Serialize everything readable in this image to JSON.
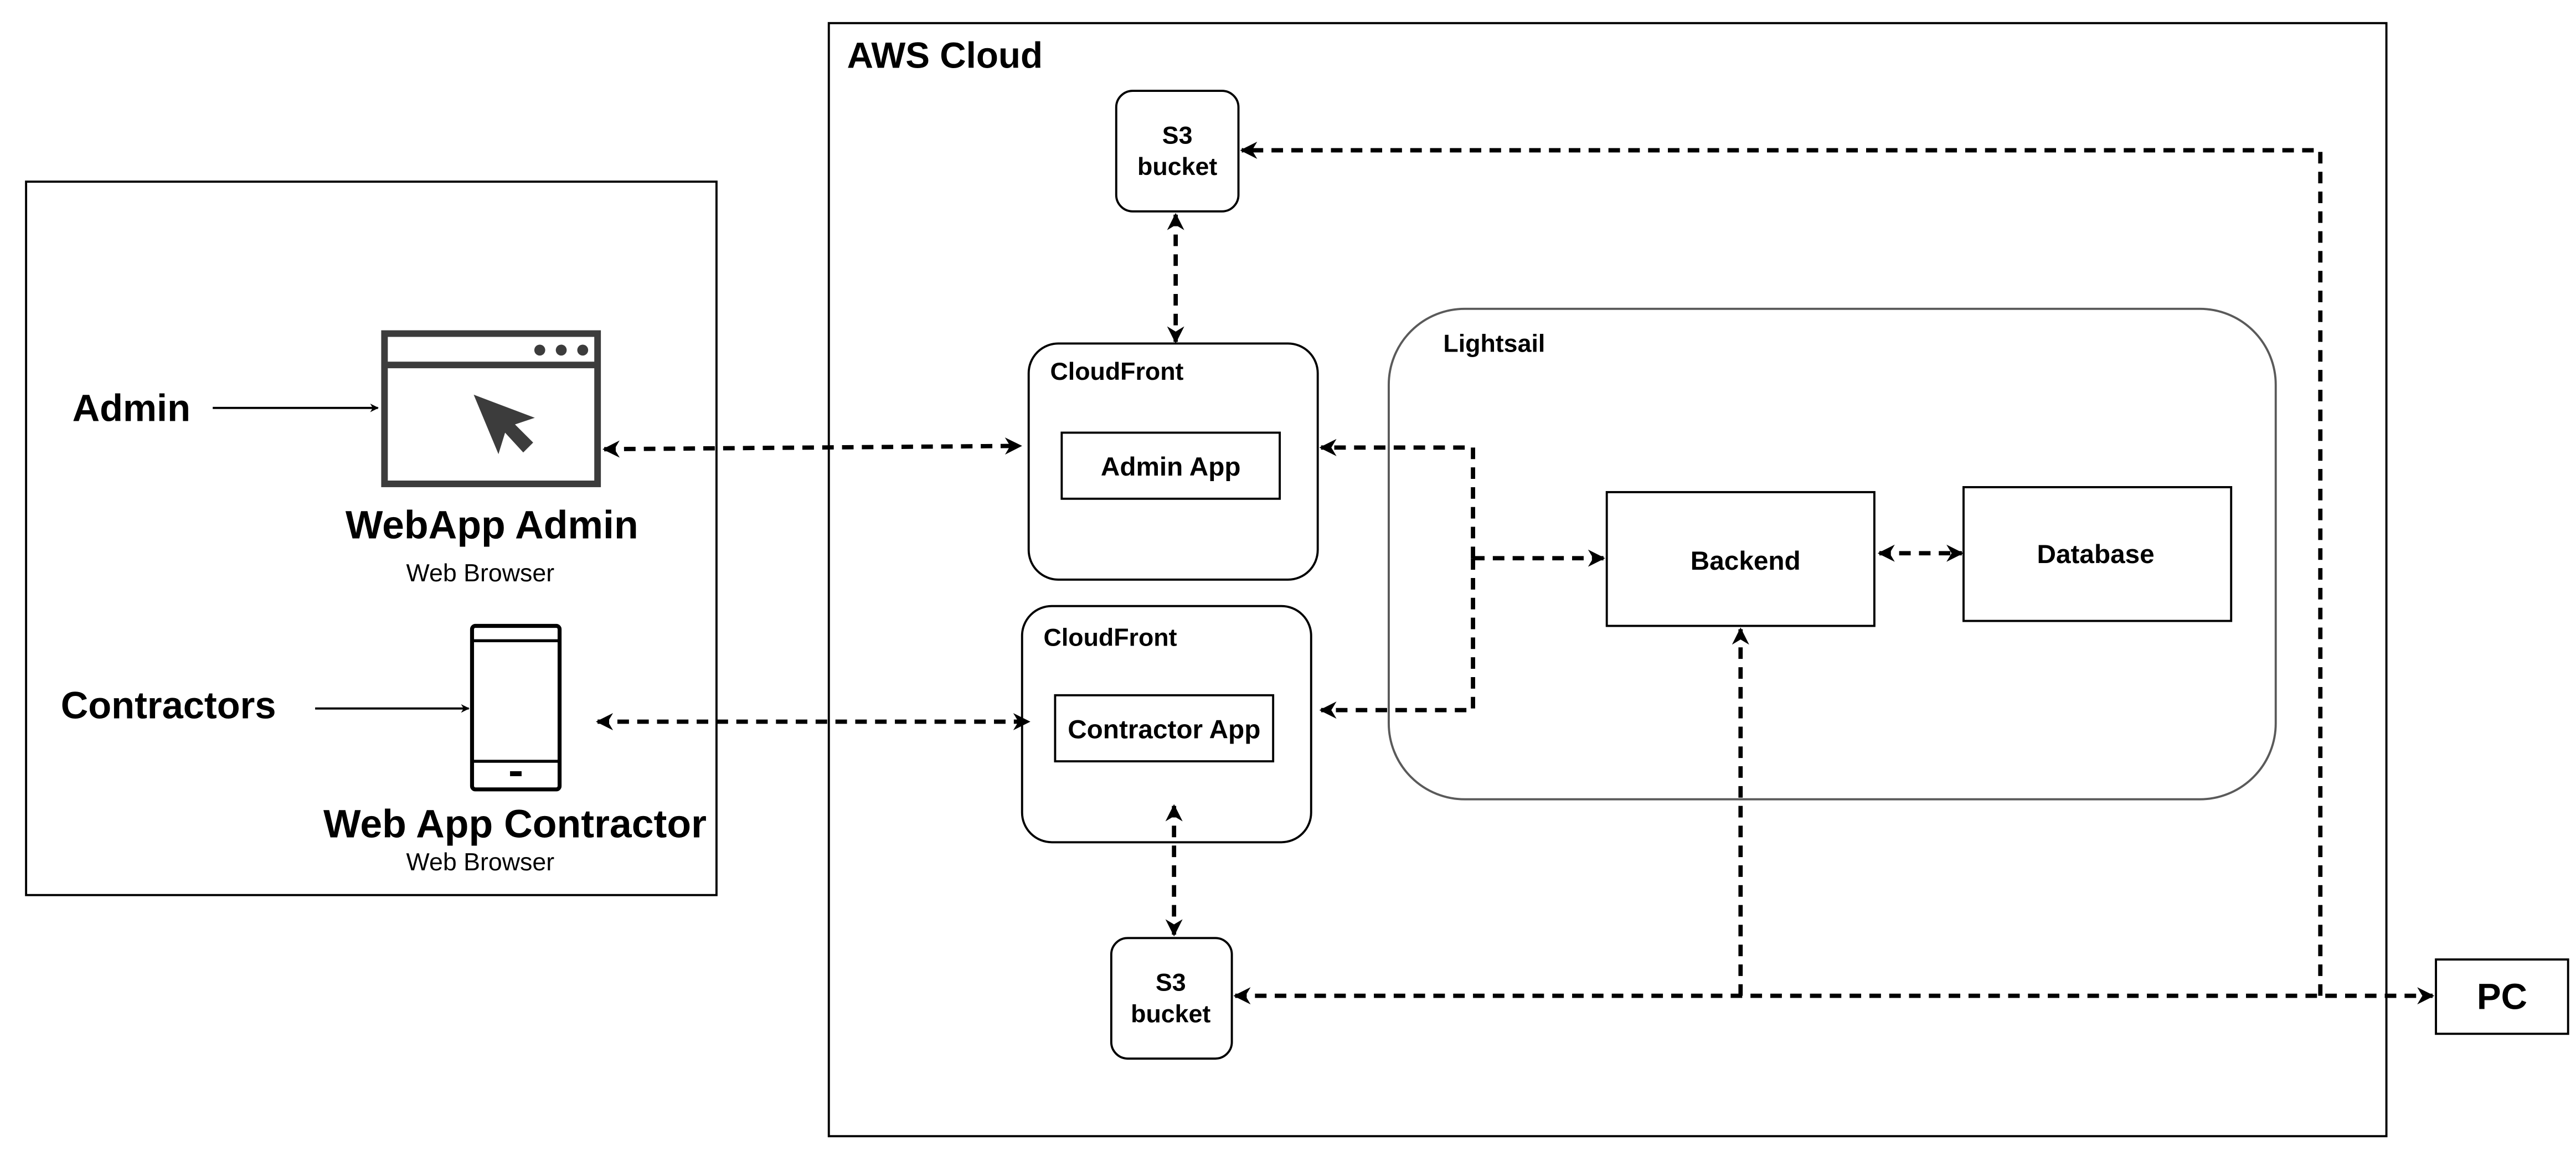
{
  "client": {
    "admin_label": "Admin",
    "contractors_label": "Contractors",
    "webapp_admin_title": "WebApp Admin",
    "webapp_admin_subtitle": "Web Browser",
    "webapp_contractor_title": "Web App Contractor",
    "webapp_contractor_subtitle": "Web Browser",
    "admin_icon": "browser-window-cursor-icon",
    "contractor_icon": "mobile-phone-icon"
  },
  "aws": {
    "title": "AWS Cloud",
    "s3_top": [
      "S3",
      "bucket"
    ],
    "s3_bottom": [
      "S3",
      "bucket"
    ],
    "cloudfront_admin": {
      "title": "CloudFront",
      "app": "Admin App"
    },
    "cloudfront_contractor": {
      "title": "CloudFront",
      "app": "Contractor App"
    },
    "lightsail": {
      "title": "Lightsail",
      "backend": "Backend",
      "database": "Database"
    }
  },
  "pc_label": "PC",
  "colors": {
    "stroke": "#000000",
    "icon": "#3c3c3c",
    "lightsail_border": "#5a5a5a"
  }
}
